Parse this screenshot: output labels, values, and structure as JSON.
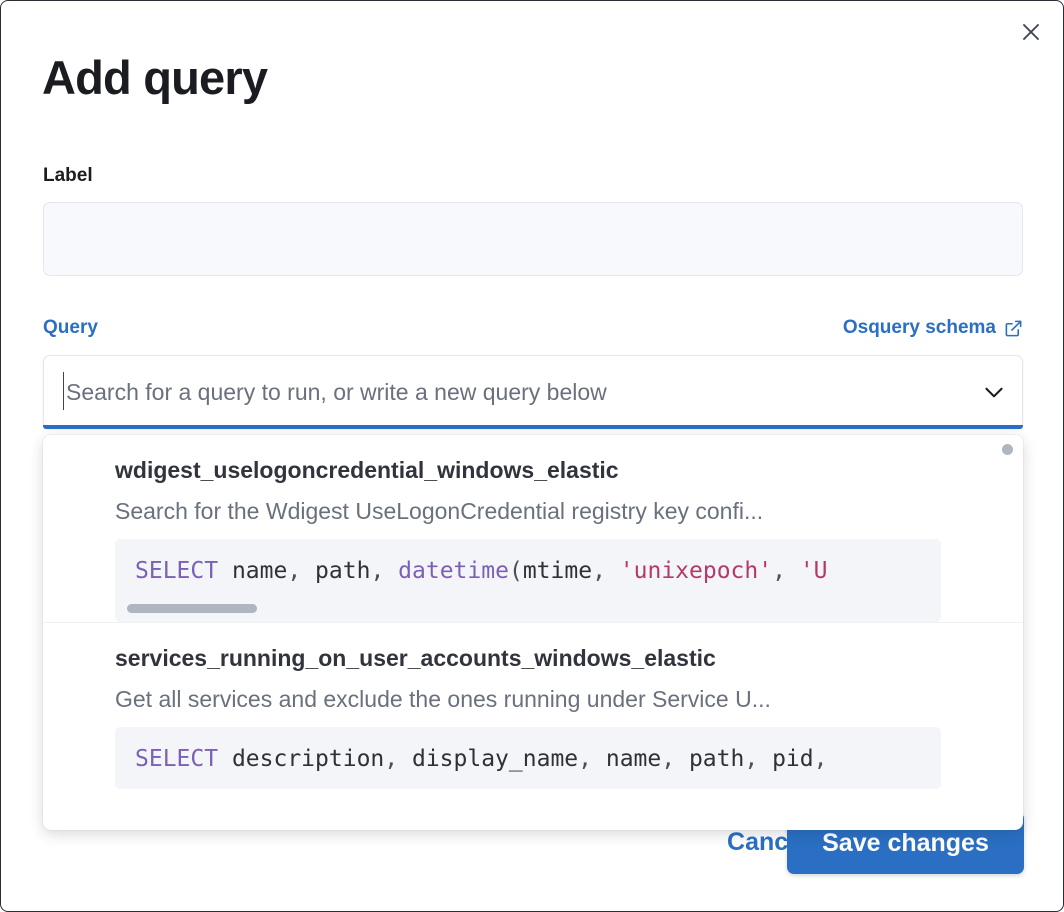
{
  "modal": {
    "title": "Add query",
    "close_icon": "close-icon"
  },
  "form": {
    "label_field": {
      "label": "Label",
      "value": "",
      "placeholder": ""
    },
    "query_field": {
      "label": "Query",
      "schema_link_text": "Osquery schema",
      "schema_link_icon": "external-link-icon",
      "combo_placeholder": "Search for a query to run, or write a new query below",
      "combo_value": "",
      "caret_icon": "chevron-down-icon"
    }
  },
  "dropdown": {
    "options": [
      {
        "title": "wdigest_uselogoncredential_windows_elastic",
        "description": "Search for the Wdigest UseLogonCredential registry key confi...",
        "code_tokens": [
          {
            "text": "SELECT",
            "type": "keyword"
          },
          {
            "text": " name",
            "type": "plain"
          },
          {
            "text": ",",
            "type": "punct"
          },
          {
            "text": " path",
            "type": "plain"
          },
          {
            "text": ",",
            "type": "punct"
          },
          {
            "text": " ",
            "type": "plain"
          },
          {
            "text": "datetime",
            "type": "keyword"
          },
          {
            "text": "(",
            "type": "punct"
          },
          {
            "text": "mtime",
            "type": "plain"
          },
          {
            "text": ",",
            "type": "punct"
          },
          {
            "text": " ",
            "type": "plain"
          },
          {
            "text": "'unixepoch'",
            "type": "string"
          },
          {
            "text": ",",
            "type": "punct"
          },
          {
            "text": " ",
            "type": "plain"
          },
          {
            "text": "'U",
            "type": "string"
          }
        ],
        "has_scrollbar": true
      },
      {
        "title": "services_running_on_user_accounts_windows_elastic",
        "description": "Get all services and exclude the ones running under Service U...",
        "code_tokens": [
          {
            "text": "SELECT",
            "type": "keyword"
          },
          {
            "text": " description",
            "type": "plain"
          },
          {
            "text": ",",
            "type": "punct"
          },
          {
            "text": " display_name",
            "type": "plain"
          },
          {
            "text": ",",
            "type": "punct"
          },
          {
            "text": " name",
            "type": "plain"
          },
          {
            "text": ",",
            "type": "punct"
          },
          {
            "text": " path",
            "type": "plain"
          },
          {
            "text": ",",
            "type": "punct"
          },
          {
            "text": " pid",
            "type": "plain"
          },
          {
            "text": ",",
            "type": "punct"
          }
        ],
        "has_scrollbar": false
      }
    ],
    "scroll_thumb_icon": "scrollbar-thumb"
  },
  "footer": {
    "cancel_label": "Cancel",
    "save_label": "Save changes"
  },
  "colors": {
    "accent_blue": "#2a6fc4",
    "text_dark": "#1a1c21",
    "text_muted": "#6a717d",
    "code_keyword": "#7b61b5",
    "code_string": "#b5386a",
    "code_bg": "#f4f5f9",
    "input_bg": "#f8f9fd"
  }
}
